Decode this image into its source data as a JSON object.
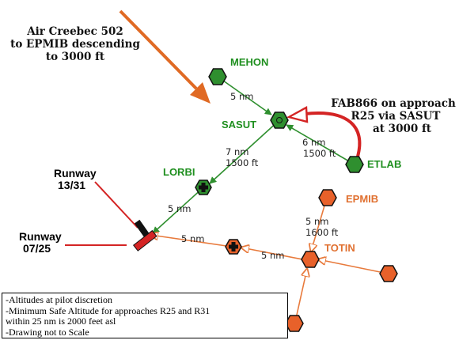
{
  "colors": {
    "green_route": "#2f8f2f",
    "green_fix": "#2f8f2f",
    "green_label": "#1f8f1f",
    "orange_route": "#e87a3c",
    "orange_fix": "#e8612a",
    "orange_label": "#e07030",
    "red": "#d42424",
    "big_arrow": "#e06a24"
  },
  "annotations": {
    "air_creebec": [
      "Air Creebec 502",
      "to EPMIB descending",
      "to 3000 ft"
    ],
    "fab866": [
      "FAB866 on approach",
      "R25 via SASUT",
      "at 3000 ft"
    ]
  },
  "fixes": {
    "mehon": "MEHON",
    "sasut": "SASUT",
    "lorbi": "LORBI",
    "etlab": "ETLAB",
    "epmib": "EPMIB",
    "totin": "TOTIN"
  },
  "legs": {
    "mehon_sasut": "5 nm",
    "sasut_lorbi": [
      "7 nm",
      "1500 ft"
    ],
    "etlab_sasut": [
      "6 nm",
      "1500 ft"
    ],
    "lorbi_runway": "5 nm",
    "epmib_totin": [
      "5 nm",
      "1600 ft"
    ],
    "cross_runway": "5 nm",
    "totin_cross": "5 nm"
  },
  "runways": {
    "r1331": [
      "Runway",
      "13/31"
    ],
    "r0725": [
      "Runway",
      "07/25"
    ]
  },
  "notes": [
    "-Altitudes at pilot discretion",
    "-Minimum Safe Altitude for approaches R25 and R31",
    "within 25 nm is 2000 feet asl",
    "-Drawing not to Scale"
  ]
}
